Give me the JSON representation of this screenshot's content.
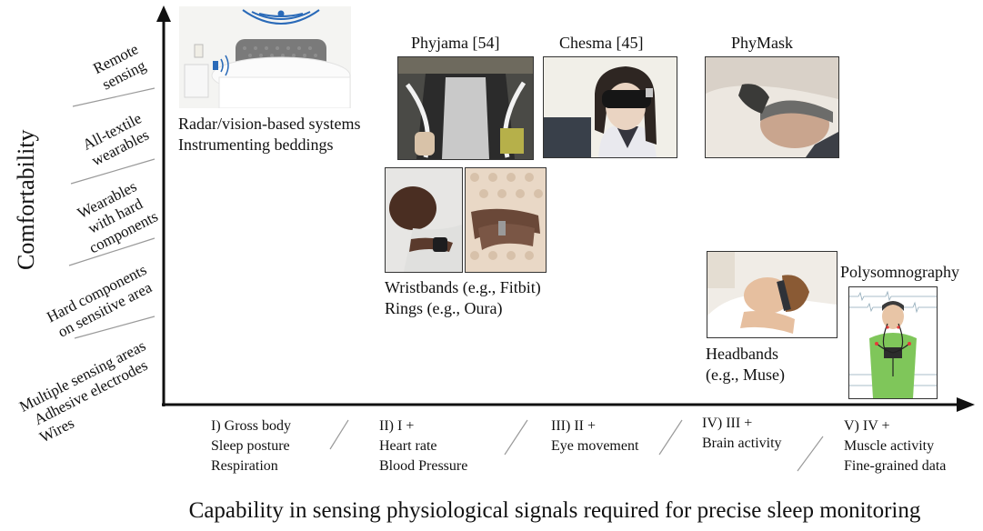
{
  "y_axis": {
    "title": "Comfortability",
    "levels": [
      {
        "line1": "Remote",
        "line2": "sensing"
      },
      {
        "line1": "All-textile",
        "line2": "wearables"
      },
      {
        "line1": "Wearables",
        "line2": "with hard",
        "line3": "components"
      },
      {
        "line1": "Hard components",
        "line2": "on sensitive area"
      },
      {
        "line1": "Multiple sensing areas",
        "line2": "Adhesive electrodes",
        "line3": "Wires"
      }
    ]
  },
  "x_axis": {
    "title": "Capability in sensing physiological signals required for precise sleep monitoring",
    "levels": [
      {
        "line1": "I) Gross body",
        "line2": "Sleep posture",
        "line3": "Respiration"
      },
      {
        "line1": "II) I +",
        "line2": "Heart rate",
        "line3": "Blood Pressure"
      },
      {
        "line1": "III) II +",
        "line2": "Eye movement"
      },
      {
        "line1": "IV) III +",
        "line2": "Brain activity"
      },
      {
        "line1": "V) IV +",
        "line2": "Muscle activity",
        "line3": "Fine-grained data"
      }
    ]
  },
  "systems": {
    "radar": {
      "line1": "Radar/vision-based systems",
      "line2": "Instrumenting beddings"
    },
    "phyjama": {
      "title": "Phyjama [54]"
    },
    "chesma": {
      "title": "Chesma [45]"
    },
    "phymask": {
      "title": "PhyMask"
    },
    "wristbands": {
      "line1": "Wristbands (e.g., Fitbit)",
      "line2": "Rings (e.g., Oura)"
    },
    "headbands": {
      "line1": "Headbands",
      "line2": "(e.g., Muse)"
    },
    "psg": {
      "title": "Polysomnography"
    }
  },
  "colors": {
    "axis": "#111111",
    "divider": "#9a9a9a",
    "radar_wave": "#2a6ab8",
    "shirt": "#7fc65a"
  }
}
